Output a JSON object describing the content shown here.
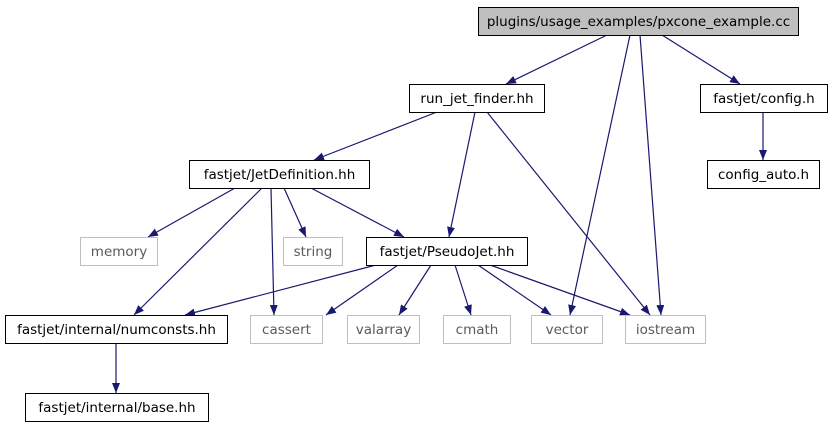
{
  "colors": {
    "root_fill": "#bfbfbf",
    "node_fill": "#ffffff",
    "local_border": "#000000",
    "system_border": "#bfbfbf",
    "local_text": "#000000",
    "system_text": "#5a5a5a",
    "edge": "#191970"
  },
  "nodes": {
    "root": {
      "label": "plugins/usage_examples/pxcone_example.cc",
      "kind": "root"
    },
    "runjet": {
      "label": "run_jet_finder.hh",
      "kind": "local"
    },
    "config": {
      "label": "fastjet/config.h",
      "kind": "local"
    },
    "configauto": {
      "label": "config_auto.h",
      "kind": "local"
    },
    "jetdef": {
      "label": "fastjet/JetDefinition.hh",
      "kind": "local"
    },
    "memory": {
      "label": "memory",
      "kind": "system"
    },
    "string": {
      "label": "string",
      "kind": "system"
    },
    "pseudojet": {
      "label": "fastjet/PseudoJet.hh",
      "kind": "local"
    },
    "numconsts": {
      "label": "fastjet/internal/numconsts.hh",
      "kind": "local"
    },
    "base": {
      "label": "fastjet/internal/base.hh",
      "kind": "local"
    },
    "cassert": {
      "label": "cassert",
      "kind": "system"
    },
    "valarray": {
      "label": "valarray",
      "kind": "system"
    },
    "cmath": {
      "label": "cmath",
      "kind": "system"
    },
    "vector": {
      "label": "vector",
      "kind": "system"
    },
    "iostream": {
      "label": "iostream",
      "kind": "system"
    }
  },
  "edges": [
    [
      "root",
      "runjet"
    ],
    [
      "root",
      "config"
    ],
    [
      "root",
      "vector"
    ],
    [
      "root",
      "iostream"
    ],
    [
      "config",
      "configauto"
    ],
    [
      "runjet",
      "jetdef"
    ],
    [
      "runjet",
      "pseudojet"
    ],
    [
      "runjet",
      "iostream"
    ],
    [
      "jetdef",
      "memory"
    ],
    [
      "jetdef",
      "string"
    ],
    [
      "jetdef",
      "pseudojet"
    ],
    [
      "jetdef",
      "numconsts"
    ],
    [
      "jetdef",
      "cassert"
    ],
    [
      "pseudojet",
      "numconsts"
    ],
    [
      "pseudojet",
      "cassert"
    ],
    [
      "pseudojet",
      "valarray"
    ],
    [
      "pseudojet",
      "cmath"
    ],
    [
      "pseudojet",
      "vector"
    ],
    [
      "pseudojet",
      "iostream"
    ],
    [
      "numconsts",
      "base"
    ]
  ]
}
